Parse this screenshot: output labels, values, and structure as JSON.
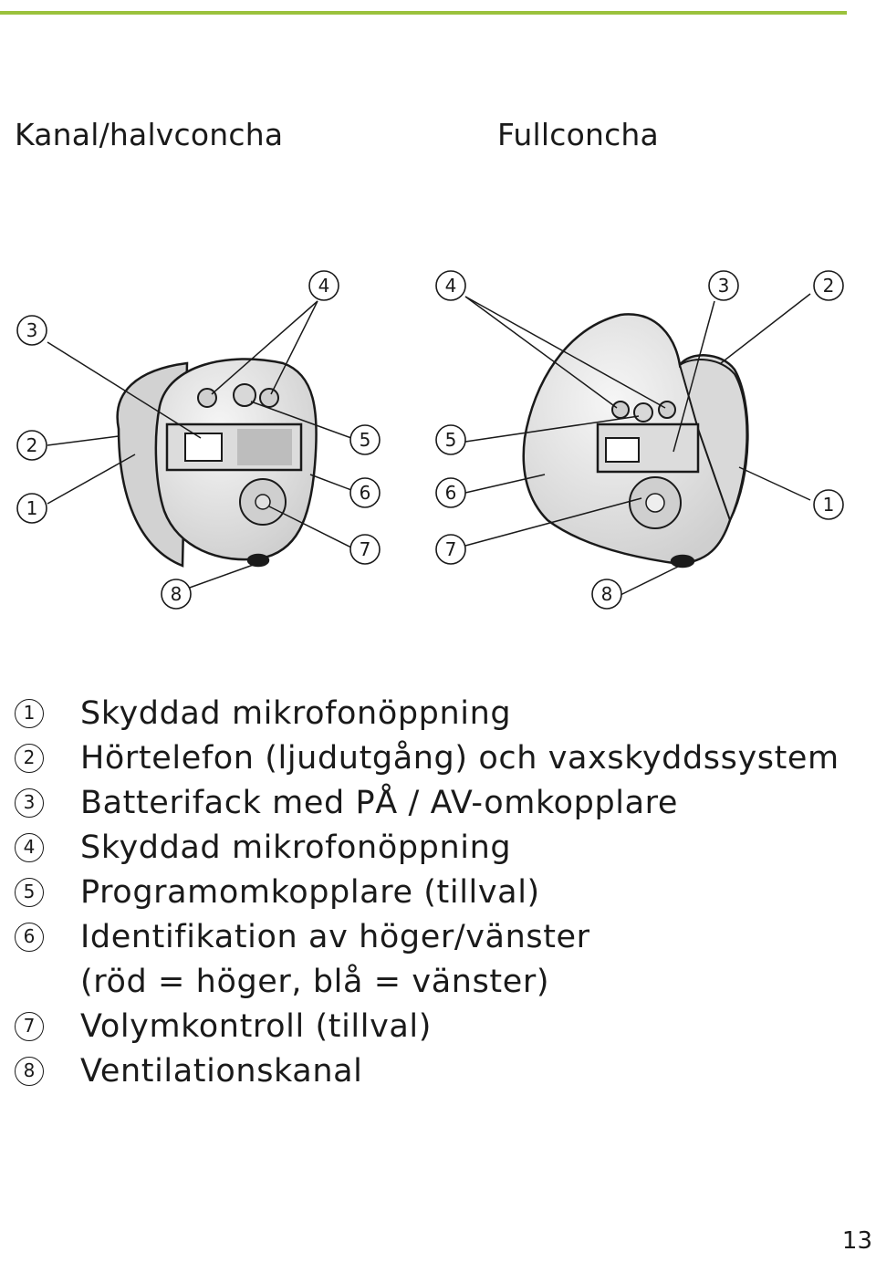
{
  "colors": {
    "rule": "#9bc23c",
    "ink": "#1a1a1a",
    "device_fill": "#e8e8e8",
    "device_shade": "#c9c9c9"
  },
  "headings": {
    "left": "Kanal/halvconcha",
    "right": "Fullconcha"
  },
  "callouts": {
    "left": [
      "3",
      "4",
      "2",
      "5",
      "1",
      "6",
      "7",
      "8"
    ],
    "right": [
      "4",
      "3",
      "2",
      "5",
      "6",
      "1",
      "7",
      "8"
    ]
  },
  "legend": [
    {
      "num": "1",
      "text": "Skyddad mikrofonöppning"
    },
    {
      "num": "2",
      "text": "Hörtelefon (ljudutgång) och vaxskyddssystem"
    },
    {
      "num": "3",
      "text": "Batterifack med PÅ / AV-omkopplare"
    },
    {
      "num": "4",
      "text": "Skyddad mikrofonöppning"
    },
    {
      "num": "5",
      "text": "Programomkopplare (tillval)"
    },
    {
      "num": "6",
      "text": "Identifikation av höger/vänster"
    },
    {
      "num": "",
      "text": "(röd = höger, blå = vänster)"
    },
    {
      "num": "7",
      "text": "Volymkontroll (tillval)"
    },
    {
      "num": "8",
      "text": "Ventilationskanal"
    }
  ],
  "page_number": "13"
}
